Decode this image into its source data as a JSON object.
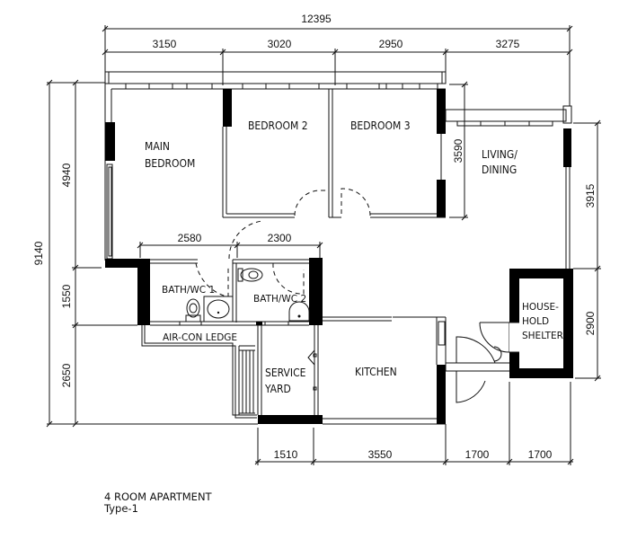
{
  "title": "4 ROOM APARTMENT",
  "subtitle": "Type-1",
  "dimensions": {
    "overall_width": "12395",
    "overall_height": "9140",
    "top": [
      "3150",
      "3020",
      "2950",
      "3275"
    ],
    "left": [
      "4940",
      "1550",
      "2650"
    ],
    "bottom": [
      "1510",
      "3550",
      "1700",
      "1700"
    ],
    "bath": [
      "2580",
      "2300"
    ],
    "bedroom3_depth": "3590",
    "living_right": "3915",
    "shelter_right": "2900"
  },
  "rooms": {
    "main_bedroom": [
      "MAIN",
      "BEDROOM"
    ],
    "bedroom2": "BEDROOM 2",
    "bedroom3": "BEDROOM 3",
    "living_dining": [
      "LIVING/",
      "DINING"
    ],
    "bath1": "BATH/WC 1",
    "bath2": "BATH/WC 2",
    "aircon_ledge": "AIR-CON LEDGE",
    "service_yard": [
      "SERVICE",
      "YARD"
    ],
    "kitchen": "KITCHEN",
    "household_shelter": [
      "HOUSE-",
      "HOLD",
      "SHELTER"
    ]
  },
  "colors": {
    "line": "#111111",
    "wall": "#000000",
    "background": "#ffffff"
  }
}
